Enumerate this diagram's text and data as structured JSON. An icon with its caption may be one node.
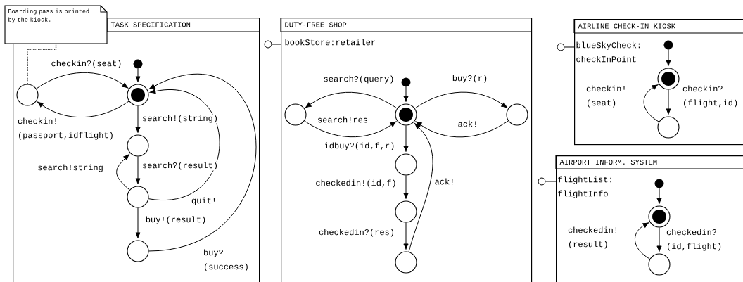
{
  "diagram": {
    "nodes": [
      {
        "text": [
          "Boarding pass is printed by the kiosk."
        ]
      },
      {
        "text": [
          "TASK SPECIFICATION"
        ]
      },
      {
        "text": [],
        "shape": "circle",
        "in": 1
      },
      {
        "text": [],
        "shape": "circle",
        "in": 1
      },
      {
        "text": [],
        "shape": "circle",
        "in": 1
      },
      {
        "text": [],
        "shape": "circle",
        "in": 1
      },
      {
        "text": [],
        "shape": "circle",
        "in": 1
      },
      {
        "text": [],
        "shape": "circle",
        "in": 1
      },
      {
        "text": [],
        "shape": "circle"
      },
      {
        "text": [
          "DUTY-FREE SHOP",
          "bookStore:retailer"
        ]
      },
      {
        "text": [],
        "shape": "circle",
        "in": 9
      },
      {
        "text": [],
        "shape": "circle",
        "in": 9
      },
      {
        "text": [],
        "shape": "circle",
        "in": 9
      },
      {
        "text": [],
        "shape": "circle",
        "in": 9
      },
      {
        "text": [],
        "shape": "circle",
        "in": 9
      },
      {
        "text": [],
        "shape": "circle",
        "in": 9
      },
      {
        "text": [],
        "shape": "circle",
        "in": 9
      },
      {
        "text": [],
        "shape": "circle"
      },
      {
        "text": [
          "AIRLINE CHECK-IN KIOSK",
          "blueSkyCheck: checkInPoint"
        ]
      },
      {
        "text": [],
        "shape": "circle",
        "in": 18
      },
      {
        "text": [],
        "shape": "circle",
        "in": 18
      },
      {
        "text": [],
        "shape": "circle",
        "in": 18
      },
      {
        "text": [],
        "shape": "circle"
      },
      {
        "text": [
          "AIRPORT INFORM. SYSTEM",
          "flightList: flightInfo"
        ]
      },
      {
        "text": [],
        "shape": "circle",
        "in": 23
      },
      {
        "text": [],
        "shape": "circle",
        "in": 23
      },
      {
        "text": [],
        "shape": "circle",
        "in": 23
      }
    ],
    "edges": [
      {
        "from": 0,
        "to": 3,
        "arrow": "none",
        "style": "dashed"
      },
      {
        "from": 2,
        "to": 4,
        "arrow": "to"
      },
      {
        "from": 3,
        "to": 4,
        "arrow": "to",
        "label": "checkin?(seat)"
      },
      {
        "from": 4,
        "to": 3,
        "arrow": "to",
        "label": "checkin! (passport,idflight)"
      },
      {
        "from": 4,
        "to": 5,
        "arrow": "to",
        "label": "search!(string)"
      },
      {
        "from": 5,
        "to": 6,
        "arrow": "to",
        "label": "search?(result)"
      },
      {
        "from": 6,
        "to": 5,
        "arrow": "to",
        "label": "search!string"
      },
      {
        "from": 6,
        "to": 4,
        "arrow": "to",
        "label": "quit!"
      },
      {
        "from": 6,
        "to": 7,
        "arrow": "to",
        "label": "buy!(result)"
      },
      {
        "from": 7,
        "to": 4,
        "arrow": "to",
        "label": "buy? (success)"
      },
      {
        "from": 8,
        "to": 9,
        "arrow": "none"
      },
      {
        "from": 10,
        "to": 12,
        "arrow": "to"
      },
      {
        "from": 12,
        "to": 11,
        "arrow": "to",
        "label": "search?(query)"
      },
      {
        "from": 11,
        "to": 12,
        "arrow": "to",
        "label": "search!res"
      },
      {
        "from": 12,
        "to": 13,
        "arrow": "to",
        "label": "buy?(r)"
      },
      {
        "from": 13,
        "to": 12,
        "arrow": "to",
        "label": "ack!"
      },
      {
        "from": 12,
        "to": 14,
        "arrow": "to",
        "label": "idbuy?(id,f,r)"
      },
      {
        "from": 14,
        "to": 15,
        "arrow": "to",
        "label": "checkedin!(id,f)"
      },
      {
        "from": 15,
        "to": 16,
        "arrow": "to",
        "label": "checkedin?(res)"
      },
      {
        "from": 16,
        "to": 12,
        "arrow": "to",
        "label": "ack!"
      },
      {
        "from": 17,
        "to": 18,
        "arrow": "none"
      },
      {
        "from": 19,
        "to": 20,
        "arrow": "to"
      },
      {
        "from": 20,
        "to": 21,
        "arrow": "to",
        "label": "checkin? (flight,id)"
      },
      {
        "from": 21,
        "to": 20,
        "arrow": "to",
        "label": "checkin! (seat)"
      },
      {
        "from": 22,
        "to": 23,
        "arrow": "none"
      },
      {
        "from": 24,
        "to": 25,
        "arrow": "to"
      },
      {
        "from": 25,
        "to": 26,
        "arrow": "to",
        "label": "checkedin? (id,flight)"
      },
      {
        "from": 26,
        "to": 25,
        "arrow": "to",
        "label": "checkedin! (result)"
      }
    ]
  }
}
